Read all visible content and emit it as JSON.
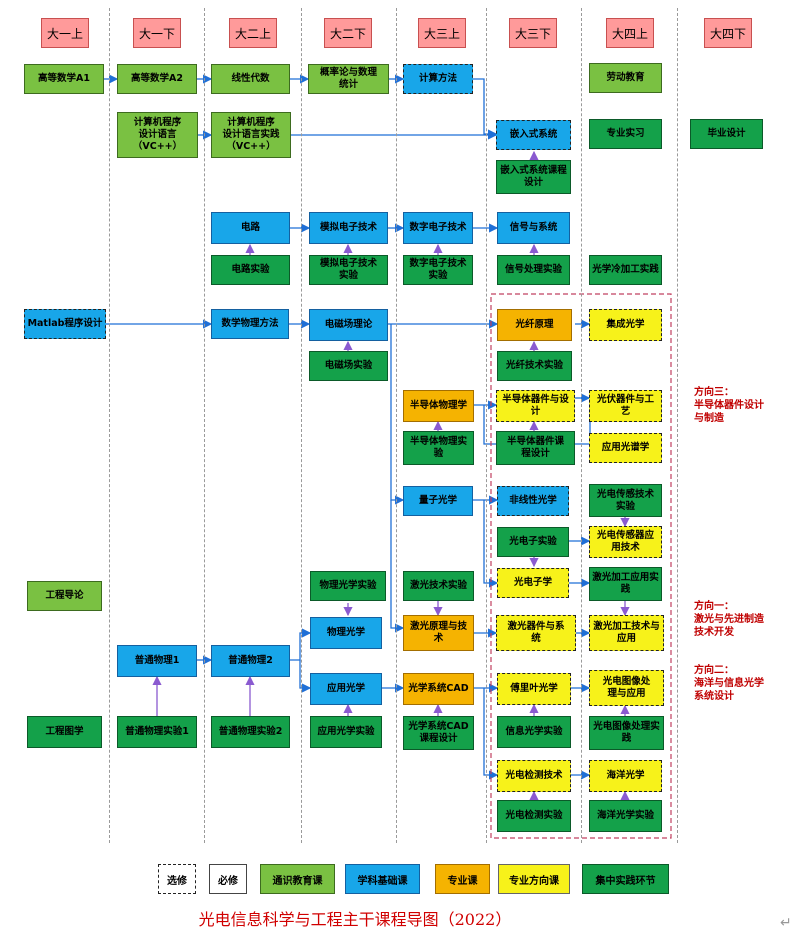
{
  "terms": [
    "大一上",
    "大一下",
    "大二上",
    "大二下",
    "大三上",
    "大三下",
    "大四上",
    "大四下"
  ],
  "courses": {
    "gdsx_a1": "高等数学A1",
    "gdsx_a2": "高等数学A2",
    "xxds": "线性代数",
    "glltj": "概率论与数理\n统计",
    "jsff": "计算方法",
    "ldjy": "劳动教育",
    "jsjcx": "计算机程序\n设计语言\n（VC++）",
    "jsjcxsj": "计算机程序\n设计语言实践\n（VC++）",
    "qrsxt": "嵌入式系统",
    "zysx": "专业实习",
    "bysj": "毕业设计",
    "qrskc": "嵌入式系统课程\n设计",
    "dl": "电路",
    "mndz": "模拟电子技术",
    "szdz": "数字电子技术",
    "xhxt": "信号与系统",
    "dlsy": "电路实验",
    "mndzsy": "模拟电子技术\n实验",
    "szdzsy": "数字电子技术\n实验",
    "xhclsy": "信号处理实验",
    "gxljg": "光学冷加工实践",
    "matlab": "Matlab程序设计",
    "sxwl": "数学物理方法",
    "dcc": "电磁场理论",
    "gxyl": "光纤原理",
    "jcgx": "集成光学",
    "dccsy": "电磁场实验",
    "gxjssy": "光纤技术实验",
    "bdtwl": "半导体物理学",
    "bdtqj": "半导体器件与设\n计",
    "gfqj": "光伏器件与工\n艺",
    "bdtwlsy": "半导体物理实\n验",
    "bdtkc": "半导体器件课\n程设计",
    "yygp": "应用光谱学",
    "lzgx": "量子光学",
    "fxxgx": "非线性光学",
    "gdcgsy": "光电传感技术\n实验",
    "gdzsy": "光电子实验",
    "gdcgyy": "光电传感器应\n用技术",
    "gcdl": "工程导论",
    "wlgxsy": "物理光学实验",
    "jgjssy": "激光技术实验",
    "gdz": "光电子学",
    "jgjgyysy": "激光加工应用实\n践",
    "wlgx": "物理光学",
    "jgyl": "激光原理与技\n术",
    "jgqj": "激光器件与系\n统",
    "jgjgjs": "激光加工技术与\n应用",
    "ptwl1": "普通物理1",
    "ptwl2": "普通物理2",
    "yygx": "应用光学",
    "gxxt": "光学系统CAD",
    "fly": "傅里叶光学",
    "gdtx": "光电图像处\n理与应用",
    "gctx": "工程图学",
    "ptwlsy1": "普通物理实验1",
    "ptwlsy2": "普通物理实验2",
    "yygxsy": "应用光学实验",
    "gxxtkc": "光学系统CAD\n课程设计",
    "xxgxsy": "信息光学实验",
    "gdtxsy": "光电图像处理实\n践",
    "gdjc": "光电检测技术",
    "hygx": "海洋光学",
    "gdjcsy": "光电检测实验",
    "hygxsy": "海洋光学实验"
  },
  "directions": {
    "d3": "方向三：\n半导体器件设计\n与制造",
    "d1": "方向一：\n激光与先进制造\n技术开发",
    "d2": "方向二：\n海洋与信息光学\n系统设计"
  },
  "legend": {
    "optional": "选修",
    "required": "必修",
    "general": "通识教育课",
    "basic": "学科基础课",
    "major": "专业课",
    "direction": "专业方向课",
    "practice": "集中实践环节"
  },
  "colors": {
    "general": "#7ac142",
    "basic": "#18a6e9",
    "major": "#f5b301",
    "direction": "#f7f21a",
    "practice": "#14a14a",
    "term_header": "#ff9a9a",
    "arrow_blue": "#1f6fd6",
    "arrow_purple": "#8a5ad0",
    "title_red": "#d00000"
  },
  "title": "光电信息科学与工程主干课程导图（2022）",
  "return_mark": "↵"
}
